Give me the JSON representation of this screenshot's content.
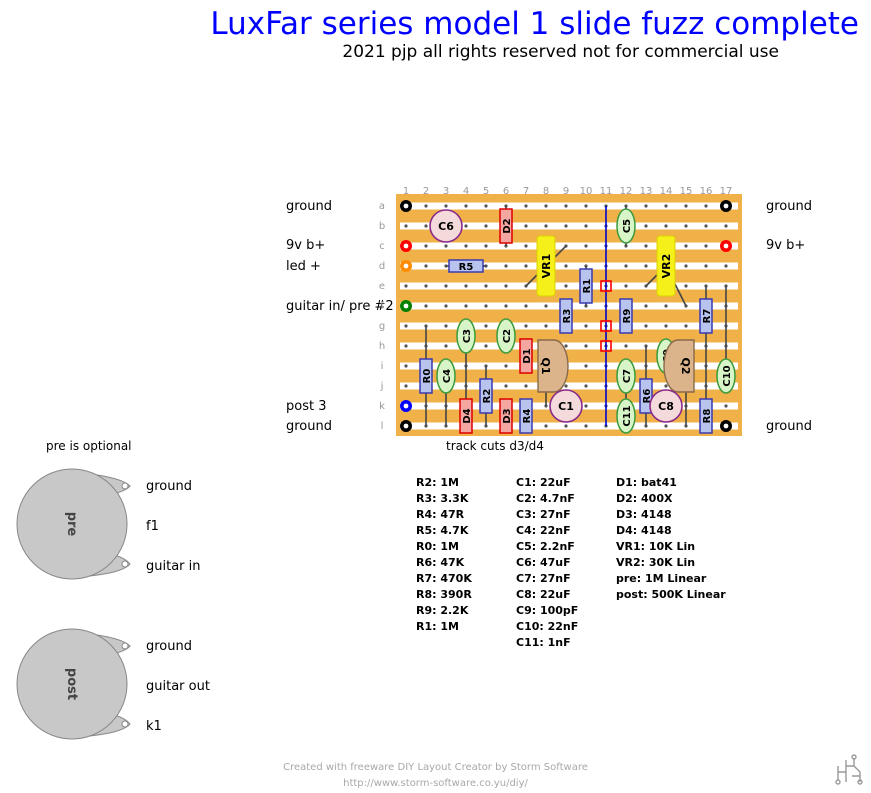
{
  "title": "LuxFar series model 1 slide fuzz complete",
  "subtitle": "2021 pjp all rights reserved not for commercial use",
  "board": {
    "columns": [
      "1",
      "2",
      "3",
      "4",
      "5",
      "6",
      "7",
      "8",
      "9",
      "10",
      "11",
      "12",
      "13",
      "14",
      "15",
      "16",
      "17"
    ],
    "rows": [
      "a",
      "b",
      "c",
      "d",
      "e",
      "f",
      "g",
      "h",
      "i",
      "j",
      "k",
      "l"
    ],
    "colors": {
      "board": "#f0b149",
      "strip": "#ffffff",
      "hole": "#555555",
      "cut": "#ff0000",
      "wire": "#0000cc"
    }
  },
  "left_labels": {
    "ground_top": "ground",
    "power": "9v b+",
    "led": "led +",
    "guitar_in": "guitar in/ pre #2",
    "post3": "post 3",
    "ground_bottom": "ground"
  },
  "right_labels": {
    "ground_top": "ground",
    "power": "9v b+",
    "ground_bottom": "ground"
  },
  "track_cuts_note": "track cuts d3/d4",
  "components": {
    "C6": "C6",
    "D2": "D2",
    "C5": "C5",
    "VR1": "VR1",
    "VR2": "VR2",
    "R5": "R5",
    "R1": "R1",
    "R3": "R3",
    "R9": "R9",
    "R7": "R7",
    "C3": "C3",
    "C2": "C2",
    "D1": "D1",
    "Q1": "Q1",
    "C9": "C9",
    "Q2": "Q2",
    "C4": "C4",
    "R0": "R0",
    "C7": "C7",
    "C10": "C10",
    "R2": "R2",
    "R6": "R6",
    "R4": "R4",
    "C1": "C1",
    "C8": "C8",
    "R8": "R8",
    "D4": "D4",
    "D3": "D3",
    "C11": "C11"
  },
  "pre_optional_note": "pre is optional",
  "pots": {
    "pre": {
      "label": "pre",
      "lugs": [
        "ground",
        "f1",
        "guitar in"
      ]
    },
    "post": {
      "label": "post",
      "lugs": [
        "ground",
        "guitar out",
        "k1"
      ]
    }
  },
  "bom": {
    "resistors": [
      "R2: 1M",
      "R3: 3.3K",
      "R4: 47R",
      "R5: 4.7K",
      "R0: 1M",
      "R6: 47K",
      "R7: 470K",
      "R8: 390R",
      "R9: 2.2K",
      "R1: 1M"
    ],
    "capacitors": [
      "C1: 22uF",
      "C2: 4.7nF",
      "C3: 27nF",
      "C4: 22nF",
      "C5: 2.2nF",
      "C6: 47uF",
      "C7: 27nF",
      "C8: 22uF",
      "C9: 100pF",
      "C10: 22nF",
      "C11: 1nF"
    ],
    "other": [
      "D1: bat41",
      "D2: 400X",
      "D3: 4148",
      "D4: 4148",
      "VR1: 10K Lin",
      "VR2: 30K Lin",
      "pre: 1M Linear",
      "post: 500K Linear"
    ]
  },
  "footer": {
    "line1": "Created with freeware DIY Layout Creator by Storm Software",
    "line2": "http://www.storm-software.co.yu/diy/"
  }
}
